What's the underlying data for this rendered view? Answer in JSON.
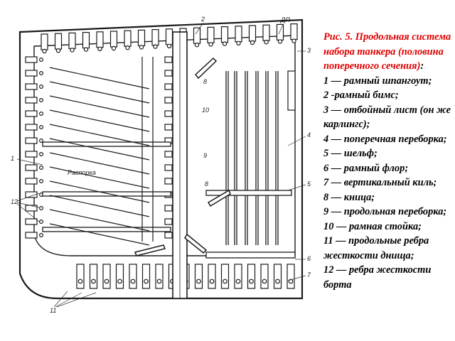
{
  "figure": {
    "caption_title": "Рис. 5. Продольная система набора танкера (половина поперечного сечения)",
    "caption_colon": ":",
    "legend": [
      "1 — рамный шпангоут;",
      "2 -рамный бимс;",
      "3 — отбойный лист (он же карлингс);",
      "4 — поперечная переборка;",
      "5 — шельф;",
      "6 — рамный флор;",
      "7 — вертикальный киль;",
      "8 — кница;",
      "9 — продольная переборка;",
      "10 — рамная стойка;",
      "11 — продольные ребра жесткости днища;",
      "12 — ребра жесткости борта"
    ]
  },
  "drawing": {
    "strut_label": "Распорка",
    "deck_label": "ДП",
    "numbers": [
      "1",
      "2",
      "3",
      "4",
      "5",
      "6",
      "7",
      "8",
      "8",
      "9",
      "10",
      "11",
      "12"
    ]
  },
  "colors": {
    "line": "#1a1a1a",
    "caption_title": "#e00000",
    "text": "#000000"
  }
}
